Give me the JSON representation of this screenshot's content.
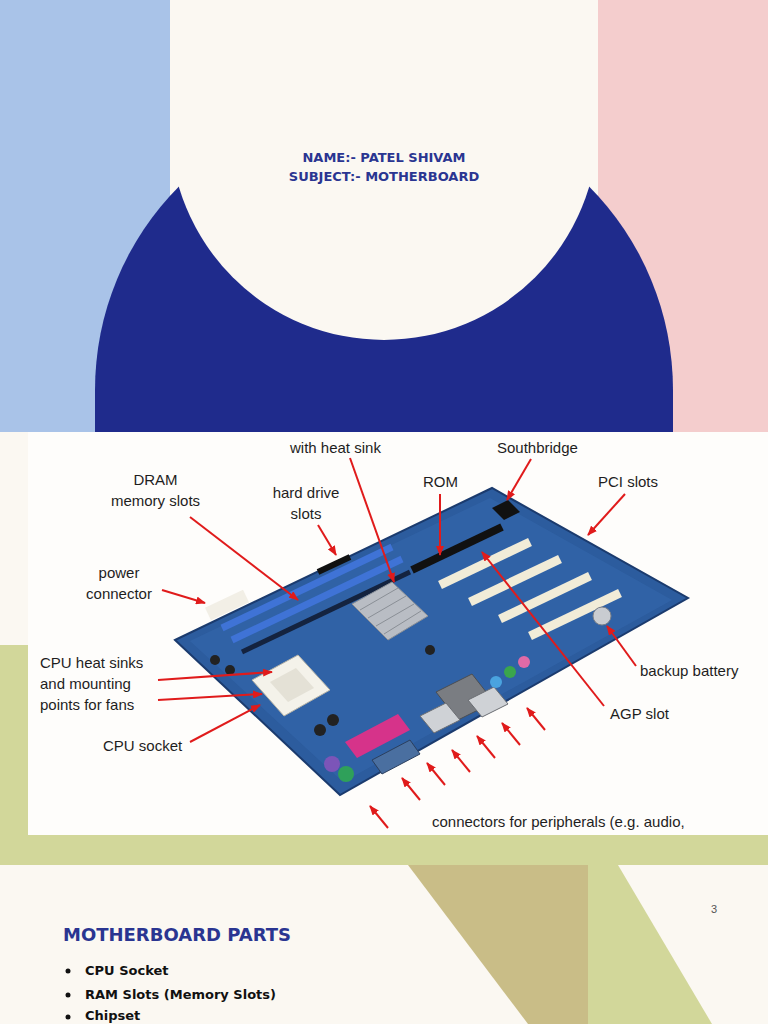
{
  "diagram": {
    "nodes": [
      {
        "text": [
          "NAME:- PATEL SHIVAM",
          "SUBJECT:- MOTHERBOARD"
        ]
      }
    ],
    "labels": [
      "with heat sink",
      "Southbridge",
      "DRAM memory slots",
      "hard drive slots",
      "ROM",
      "PCI slots",
      "power connector",
      "CPU heat sinks and mounting points for fans",
      "CPU socket",
      "backup battery",
      "AGP slot",
      "connectors for peripherals (e.g. audio,",
      "3",
      "MOTHERBOARD PARTS",
      "CPU Socket",
      "RAM Slots (Memory Slots)",
      "Chipset"
    ]
  }
}
